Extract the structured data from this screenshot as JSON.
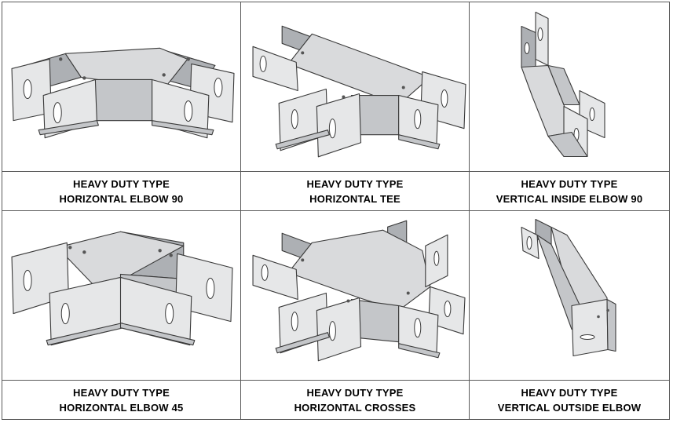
{
  "items": [
    {
      "line1": "HEAVY DUTY TYPE",
      "line2": "HORIZONTAL ELBOW 90"
    },
    {
      "line1": "HEAVY DUTY TYPE",
      "line2": "HORIZONTAL TEE"
    },
    {
      "line1": "HEAVY DUTY TYPE",
      "line2": "VERTICAL INSIDE ELBOW 90"
    },
    {
      "line1": "HEAVY DUTY TYPE",
      "line2": "HORIZONTAL ELBOW 45"
    },
    {
      "line1": "HEAVY DUTY TYPE",
      "line2": "HORIZONTAL CROSSES"
    },
    {
      "line1": "HEAVY DUTY TYPE",
      "line2": "VERTICAL OUTSIDE ELBOW"
    }
  ]
}
